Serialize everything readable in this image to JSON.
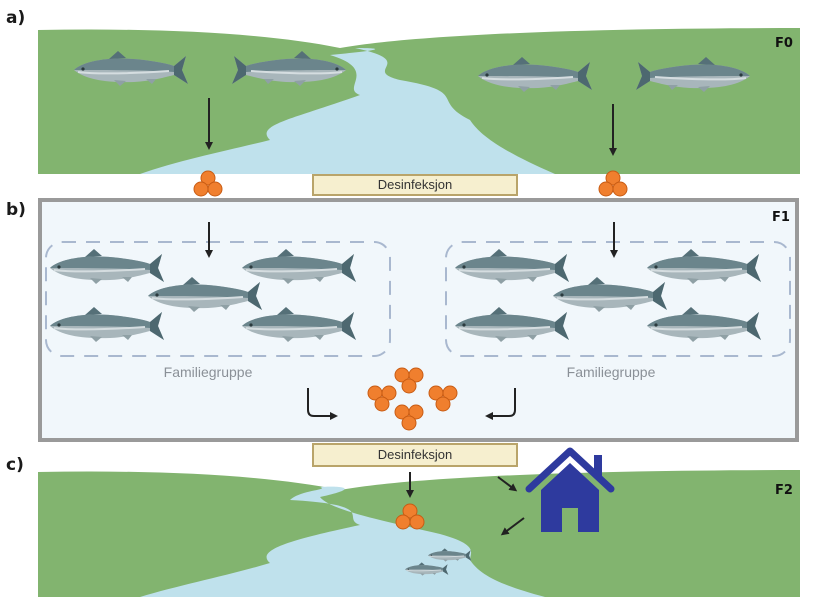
{
  "figure": {
    "panels": [
      {
        "id": "a",
        "label": "a)",
        "generation": "F0"
      },
      {
        "id": "b",
        "label": "b)",
        "generation": "F1"
      },
      {
        "id": "c",
        "label": "c)",
        "generation": "F2"
      }
    ],
    "disinfection_label": "Desinfeksjon",
    "family_group_label": "Familiegruppe",
    "colors": {
      "land": "#82b46f",
      "river": "#bfe1ec",
      "egg": "#f07f2e",
      "egg_outline": "#c85c14",
      "hatchery_bg": "#f1f7fb",
      "hatchery_border": "#9a9a9a",
      "house": "#2e3a9e",
      "dashed_group": "#a9b8cf"
    },
    "icons": {
      "fish": "salmon-icon",
      "eggs": "egg-cluster-icon",
      "house": "house-icon",
      "arrow": "arrow-icon"
    }
  }
}
